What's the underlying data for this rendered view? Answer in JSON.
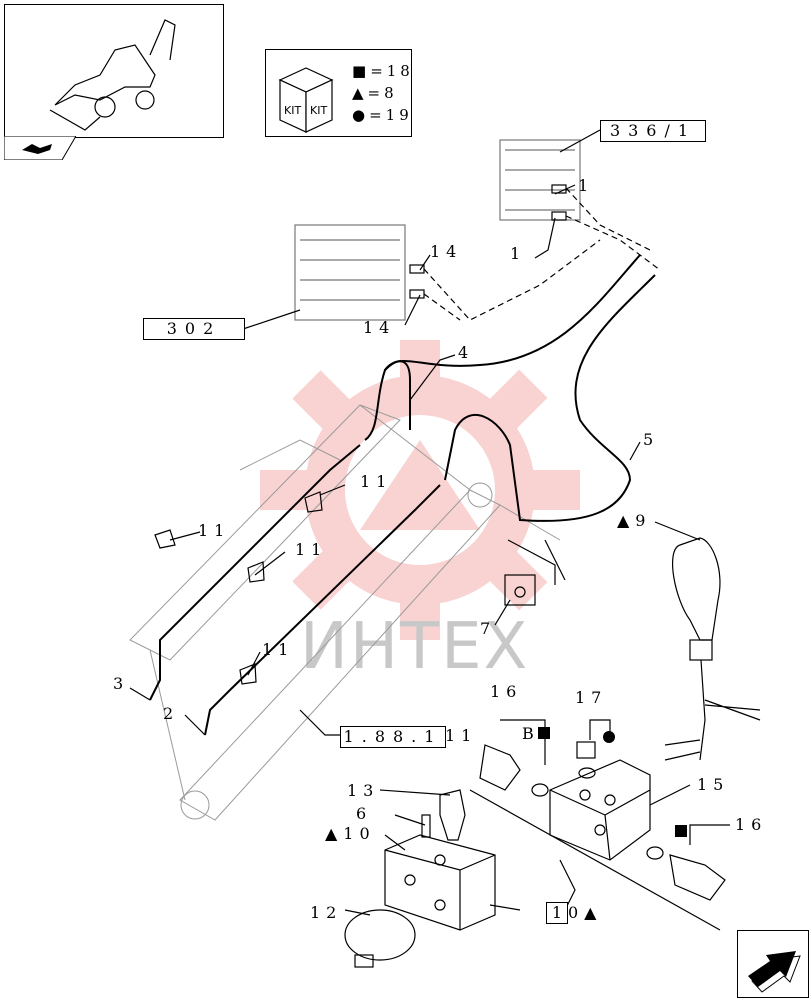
{
  "thumbnail": {
    "icon": "backhoe-loader-icon",
    "tab_icon": "hand-pointer-icon"
  },
  "kit_box": {
    "icon": "kit-box-icon",
    "kit_label_1": "KIT",
    "kit_label_2": "KIT",
    "legend": [
      {
        "symbol": "■",
        "text": "=18"
      },
      {
        "symbol": "▲",
        "text": "=8"
      },
      {
        "symbol": "●",
        "text": "=19"
      }
    ]
  },
  "references": {
    "ref_336": "336/1",
    "ref_302": "302",
    "ref_188": "1.88.1"
  },
  "callouts": {
    "c1a": "1",
    "c1b": "1",
    "c14a": "14",
    "c14b": "14",
    "c4": "4",
    "c5": "5",
    "c11a": "11",
    "c11b": "11",
    "c11c": "11",
    "c11d": "11",
    "c11e": "11",
    "c3": "3",
    "c2": "2",
    "c9": "▲9",
    "c7": "7",
    "c16a": "16",
    "c16b": "16",
    "c17": "17",
    "c15": "15",
    "cB": "B",
    "c13": "13",
    "c6": "6",
    "c10a": "▲10",
    "c10b": "0▲",
    "c12": "12"
  },
  "watermark": {
    "text": "ИНТЕХ"
  },
  "colors": {
    "watermark_gear": "#f08080",
    "line": "#000000"
  }
}
